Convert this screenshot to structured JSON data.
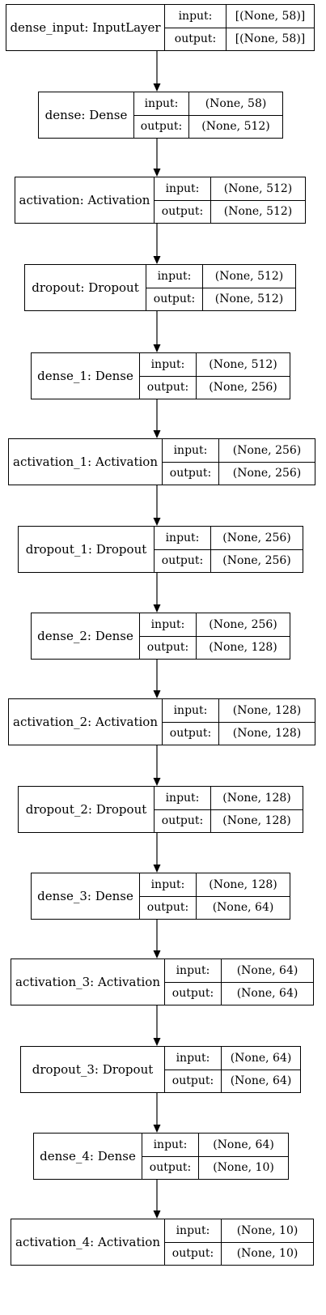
{
  "nodes": [
    {
      "name": "dense_input: InputLayer",
      "input": "[(None, 58)]",
      "output": "[(None, 58)]"
    },
    {
      "name": "dense: Dense",
      "input": "(None, 58)",
      "output": "(None, 512)"
    },
    {
      "name": "activation: Activation",
      "input": "(None, 512)",
      "output": "(None, 512)"
    },
    {
      "name": "dropout: Dropout",
      "input": "(None, 512)",
      "output": "(None, 512)"
    },
    {
      "name": "dense_1: Dense",
      "input": "(None, 512)",
      "output": "(None, 256)"
    },
    {
      "name": "activation_1: Activation",
      "input": "(None, 256)",
      "output": "(None, 256)"
    },
    {
      "name": "dropout_1: Dropout",
      "input": "(None, 256)",
      "output": "(None, 256)"
    },
    {
      "name": "dense_2: Dense",
      "input": "(None, 256)",
      "output": "(None, 128)"
    },
    {
      "name": "activation_2: Activation",
      "input": "(None, 128)",
      "output": "(None, 128)"
    },
    {
      "name": "dropout_2: Dropout",
      "input": "(None, 128)",
      "output": "(None, 128)"
    },
    {
      "name": "dense_3: Dense",
      "input": "(None, 128)",
      "output": "(None, 64)"
    },
    {
      "name": "activation_3: Activation",
      "input": "(None, 64)",
      "output": "(None, 64)"
    },
    {
      "name": "dropout_3: Dropout",
      "input": "(None, 64)",
      "output": "(None, 64)"
    },
    {
      "name": "dense_4: Dense",
      "input": "(None, 64)",
      "output": "(None, 10)"
    },
    {
      "name": "activation_4: Activation",
      "input": "(None, 10)",
      "output": "(None, 10)"
    }
  ],
  "port_labels": {
    "input": "input:",
    "output": "output:"
  },
  "colors": {
    "line": "#000000",
    "background": "#ffffff"
  }
}
